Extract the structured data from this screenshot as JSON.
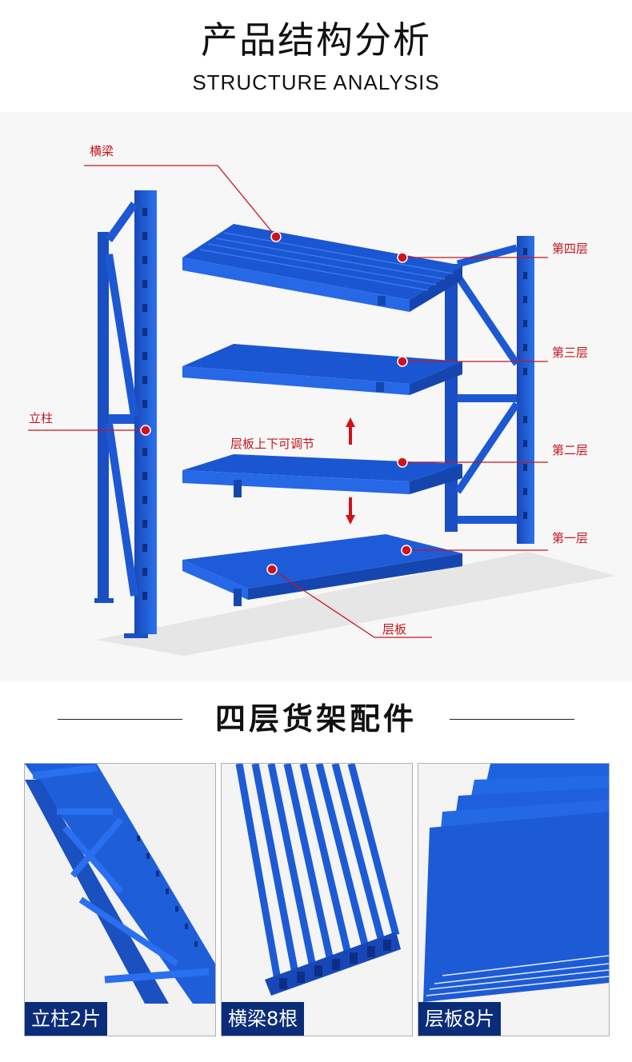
{
  "header": {
    "title_cn": "产品结构分析",
    "title_en": "STRUCTURE ANALYSIS"
  },
  "diagram": {
    "labels": {
      "beam": "横梁",
      "level4": "第四层",
      "level3": "第三层",
      "upright": "立柱",
      "adjustable": "层板上下可调节",
      "level2": "第二层",
      "level1": "第一层",
      "panel": "层板"
    },
    "colors": {
      "shelf_blue": "#1c5fd8",
      "label_red": "#c8161d",
      "marker_red": "#d0121b"
    }
  },
  "accessories": {
    "title": "四层货架配件",
    "items": [
      {
        "caption": "立柱2片",
        "icon": "upright-frame-icon"
      },
      {
        "caption": "横梁8根",
        "icon": "beam-bundle-icon"
      },
      {
        "caption": "层板8片",
        "icon": "panel-stack-icon"
      }
    ],
    "caption_bg": "#0b2c79"
  }
}
